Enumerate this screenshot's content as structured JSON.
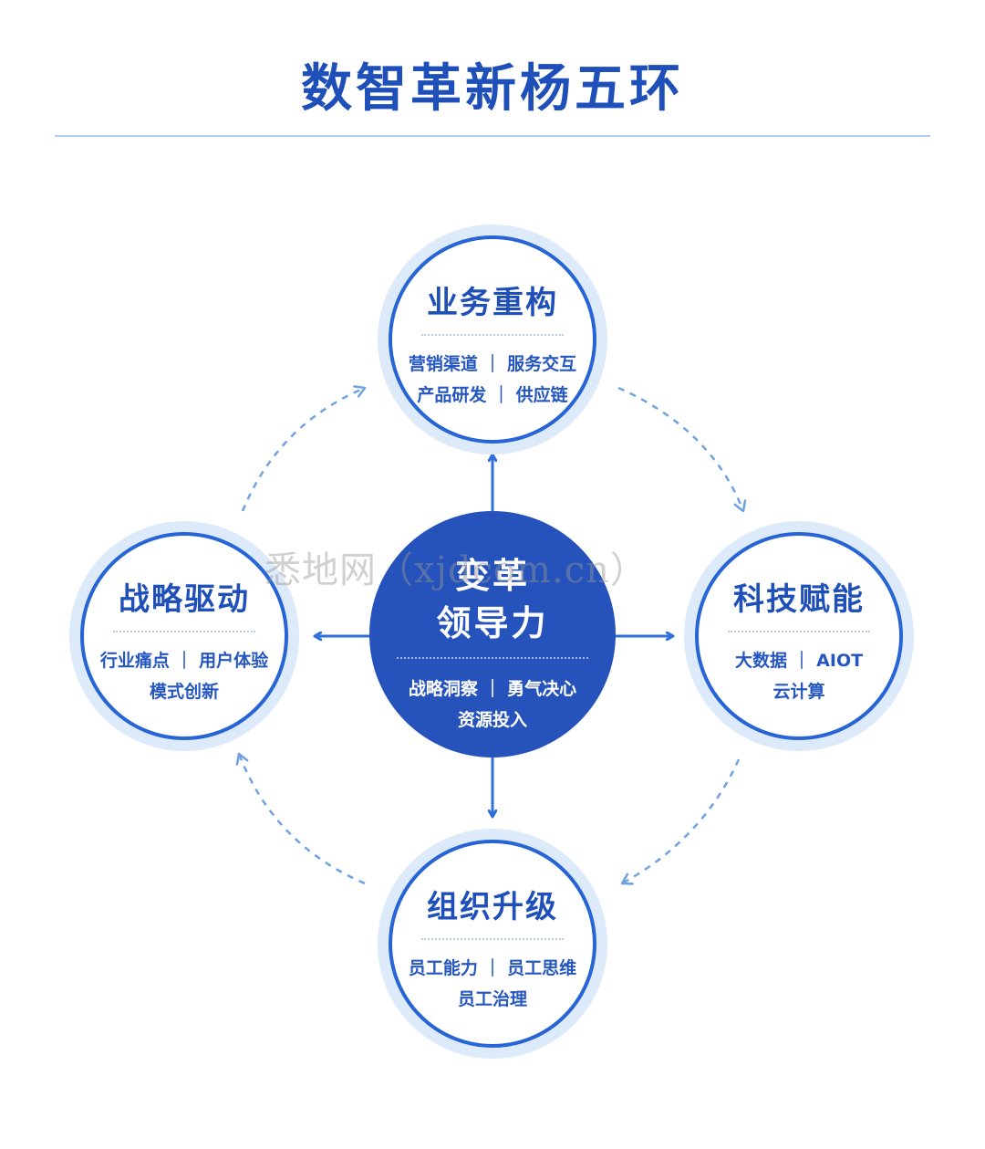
{
  "title": "数智革新杨五环",
  "center": {
    "title_line1": "变革",
    "title_line2": "领导力",
    "items_line1": "战略洞察 ｜ 勇气决心",
    "items_line2": "资源投入"
  },
  "nodes": {
    "top": {
      "title": "业务重构",
      "items_line1": "营销渠道 ｜ 服务交互",
      "items_line2": "产品研发 ｜ 供应链"
    },
    "right": {
      "title": "科技赋能",
      "items_line1": "大数据 ｜ AIOT",
      "items_line2": "云计算"
    },
    "bottom": {
      "title": "组织升级",
      "items_line1": "员工能力 ｜ 员工思维",
      "items_line2": "员工治理"
    },
    "left": {
      "title": "战略驱动",
      "items_line1": "行业痛点 ｜ 用户体验",
      "items_line2": "模式创新"
    }
  },
  "watermark": "悉地网（xjdcom.cn）",
  "colors": {
    "primary": "#1f4fb8",
    "center_fill": "#2553bb",
    "node_border": "#2764d6",
    "node_halo": "#dceafa",
    "arrow": "#2f6fd8",
    "dashed_arrow": "#6fa2e3"
  }
}
